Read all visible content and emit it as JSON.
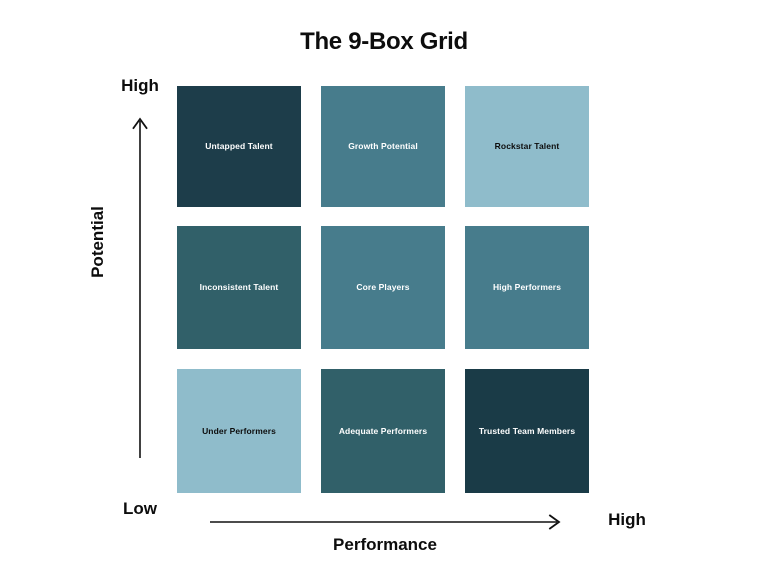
{
  "page": {
    "title": "The 9-Box Grid",
    "background_color": "#ffffff",
    "text_color": "#0d0d0d"
  },
  "axes": {
    "y": {
      "label": "Potential",
      "high_label": "High",
      "low_label": "Low",
      "arrow_icon": "arrow-up-icon",
      "direction": "up"
    },
    "x": {
      "label": "Performance",
      "high_label": "High",
      "arrow_icon": "arrow-right-icon",
      "direction": "right"
    }
  },
  "palette": {
    "darkest_navy": "#1a3b47",
    "dark_navy": "#1d3d4a",
    "dark_teal": "#316069",
    "medium_teal": "#477c8c",
    "light_blue": "#8fbccb",
    "white_text": "#ffffff",
    "dark_text": "#0d0d0d"
  },
  "grid": {
    "rows": 3,
    "columns": 3,
    "cells": [
      {
        "id": "untapped-talent",
        "label": "Untapped Talent",
        "row": 1,
        "column": 1,
        "potential": "High",
        "performance": "Low",
        "fill": "#1d3d4a",
        "text_color": "#ffffff"
      },
      {
        "id": "growth-potential",
        "label": "Growth Potential",
        "row": 1,
        "column": 2,
        "potential": "High",
        "performance": "Medium",
        "fill": "#477c8c",
        "text_color": "#ffffff"
      },
      {
        "id": "rockstar-talent",
        "label": "Rockstar Talent",
        "row": 1,
        "column": 3,
        "potential": "High",
        "performance": "High",
        "fill": "#8fbccb",
        "text_color": "#0d0d0d"
      },
      {
        "id": "inconsistent-talent",
        "label": "Inconsistent Talent",
        "row": 2,
        "column": 1,
        "potential": "Medium",
        "performance": "Low",
        "fill": "#316069",
        "text_color": "#ffffff"
      },
      {
        "id": "core-players",
        "label": "Core Players",
        "row": 2,
        "column": 2,
        "potential": "Medium",
        "performance": "Medium",
        "fill": "#477c8c",
        "text_color": "#ffffff"
      },
      {
        "id": "high-performers",
        "label": "High Performers",
        "row": 2,
        "column": 3,
        "potential": "Medium",
        "performance": "High",
        "fill": "#477c8c",
        "text_color": "#ffffff"
      },
      {
        "id": "under-performers",
        "label": "Under Performers",
        "row": 3,
        "column": 1,
        "potential": "Low",
        "performance": "Low",
        "fill": "#8fbccb",
        "text_color": "#0d0d0d"
      },
      {
        "id": "adequate-performers",
        "label": "Adequate Performers",
        "row": 3,
        "column": 2,
        "potential": "Low",
        "performance": "Medium",
        "fill": "#316069",
        "text_color": "#ffffff"
      },
      {
        "id": "trusted-team-members",
        "label": "Trusted Team Members",
        "row": 3,
        "column": 3,
        "potential": "Low",
        "performance": "High",
        "fill": "#1a3b47",
        "text_color": "#ffffff"
      }
    ]
  }
}
